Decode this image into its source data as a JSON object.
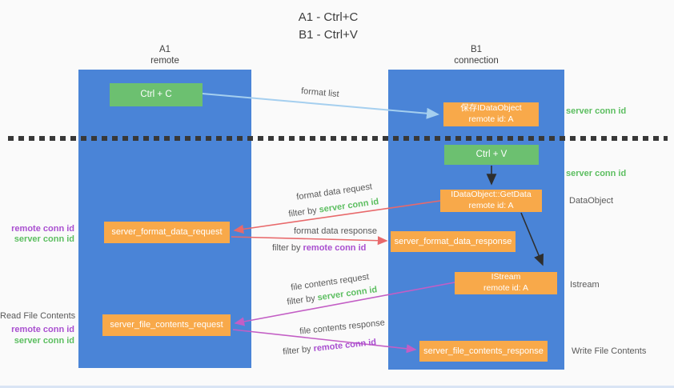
{
  "title": {
    "line1": "A1 - Ctrl+C",
    "line2": "B1 - Ctrl+V"
  },
  "columns": {
    "left": {
      "title": "A1",
      "subtitle": "remote"
    },
    "right": {
      "title": "B1",
      "subtitle": "connection"
    }
  },
  "nodes": {
    "ctrl_c": {
      "label": "Ctrl + C"
    },
    "save_idataobject": {
      "line1": "保存IDataObject",
      "line2": "remote id: A"
    },
    "ctrl_v": {
      "label": "Ctrl + V"
    },
    "getdata": {
      "line1": "IDataObject::GetData",
      "line2": "remote id: A"
    },
    "istream": {
      "line1": "IStream",
      "line2": "remote id: A"
    },
    "server_format_data_request": {
      "label": "server_format_data_request"
    },
    "server_format_data_response": {
      "label": "server_format_data_response"
    },
    "server_file_contents_request": {
      "label": "server_file_contents_request"
    },
    "server_file_contents_response": {
      "label": "server_file_contents_response"
    }
  },
  "side_labels": {
    "right_server_conn_id_1": "server conn id",
    "right_server_conn_id_2": "server conn id",
    "dataobject": "DataObject",
    "istream": "Istream",
    "write_file_contents": "Write File Contents",
    "left_remote_conn_id_1": "remote conn id",
    "left_server_conn_id_1": "server conn id",
    "read_file_contents": "Read File Contents",
    "left_remote_conn_id_2": "remote conn id",
    "left_server_conn_id_2": "server conn id"
  },
  "flow_labels": {
    "format_list": "format list",
    "format_data_request": "format data request",
    "filter_by_1": {
      "prefix": "filter by ",
      "keyword": "server conn id"
    },
    "format_data_response": "format data response",
    "filter_by_2": {
      "prefix": "filter by ",
      "keyword": "remote conn id"
    },
    "file_contents_request": "file contents request",
    "filter_by_3": {
      "prefix": "filter by ",
      "keyword": "server conn id"
    },
    "file_contents_response": "file contents response",
    "filter_by_4": {
      "prefix": "filter by ",
      "keyword": "remote conn id"
    }
  },
  "colors": {
    "panel_blue": "#4a84d7",
    "action_green": "#6cc070",
    "message_orange": "#f8a94a",
    "arrow_red": "#e8696b",
    "arrow_magenta": "#c35ec5",
    "arrow_lightblue": "#a5cfef",
    "arrow_black": "#2e2e2e",
    "text_purple": "#a94fd0",
    "text_green": "#5cbe60",
    "text_gray": "#595959",
    "background": "#fafafa"
  }
}
